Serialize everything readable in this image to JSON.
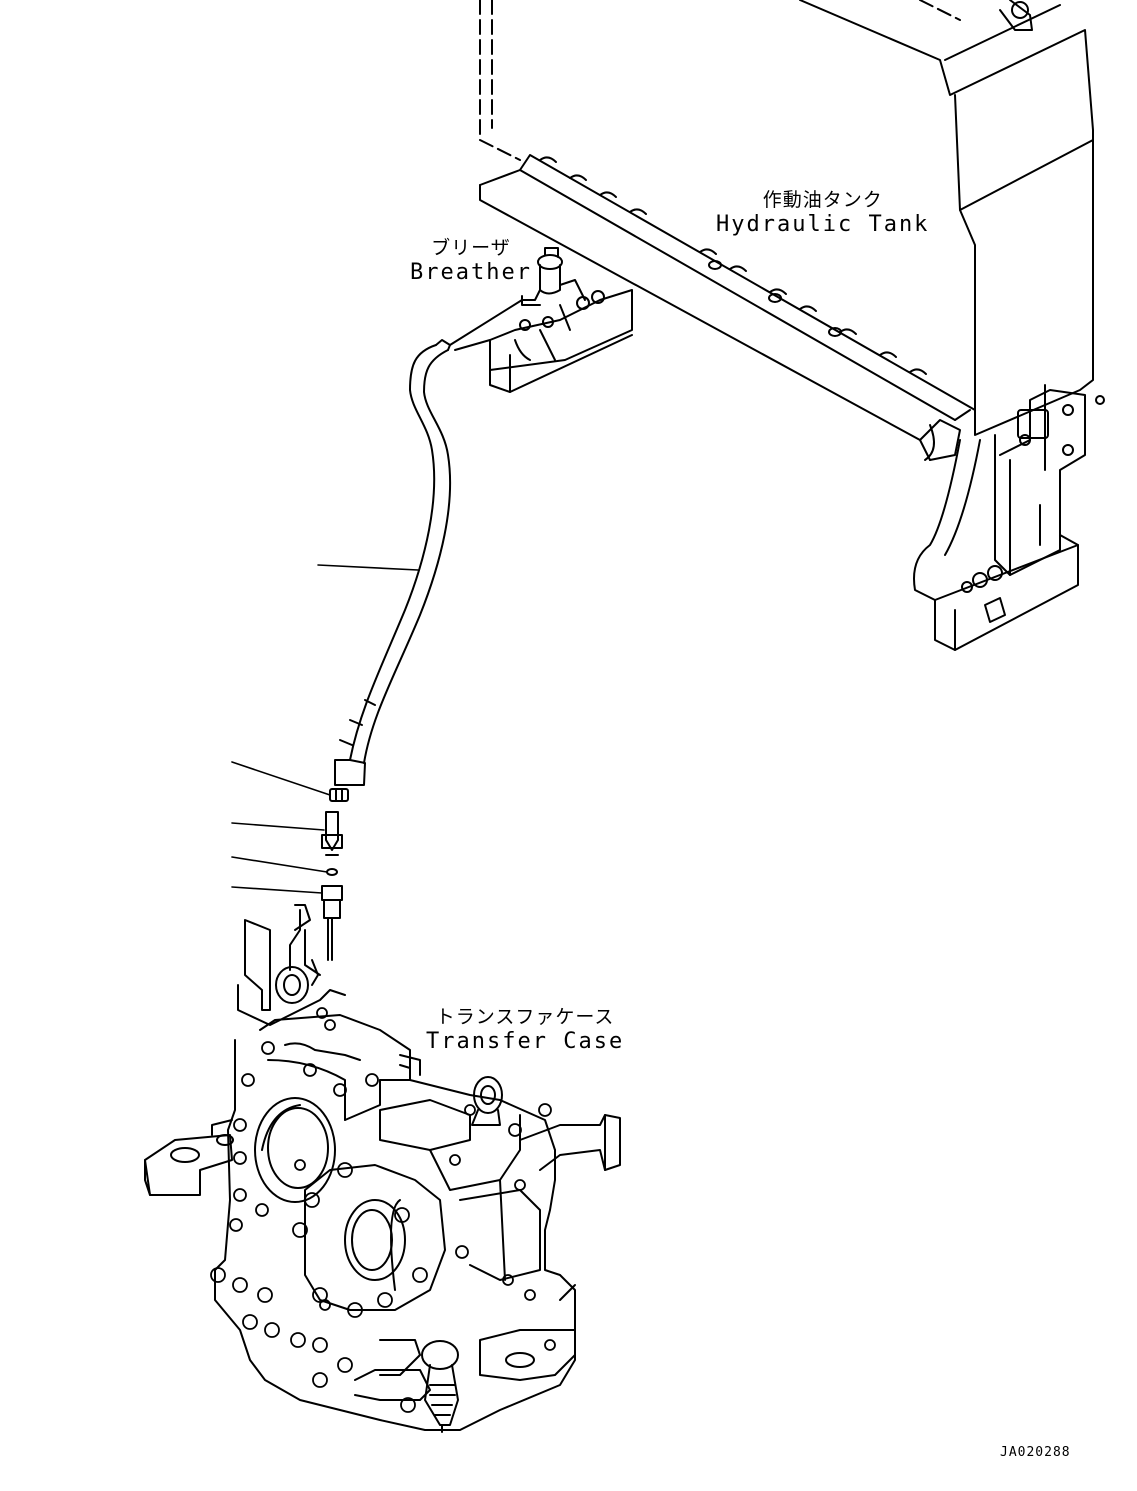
{
  "labels": {
    "hydraulic_tank": {
      "jp": "作動油タンク",
      "en": "Hydraulic Tank"
    },
    "breather": {
      "jp": "ブリーザ",
      "en": "Breather"
    },
    "transfer_case": {
      "jp": "トランスファケース",
      "en": "Transfer Case"
    }
  },
  "drawing_id": "JA020288",
  "colors": {
    "line": "#000000",
    "background": "#ffffff"
  }
}
